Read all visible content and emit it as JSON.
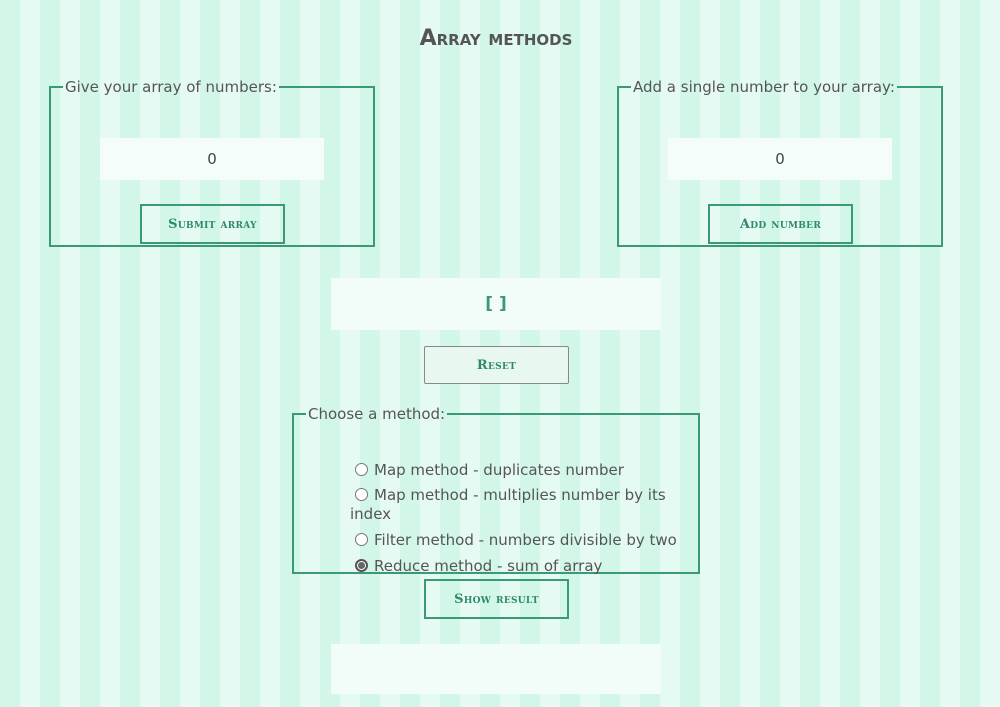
{
  "page": {
    "title": "Array methods"
  },
  "array_form": {
    "legend": "Give your array of numbers:",
    "input_value": "0",
    "submit_label": "Submit array"
  },
  "add_form": {
    "legend": "Add a single number to your array:",
    "input_value": "0",
    "add_label": "Add number"
  },
  "array_display": {
    "text": "[ ]"
  },
  "reset": {
    "label": "Reset"
  },
  "methods": {
    "legend": "Choose a method:",
    "options": [
      {
        "label": "Map method - duplicates number",
        "checked": false
      },
      {
        "label": "Map method - multiplies number by its index",
        "checked": false
      },
      {
        "label": "Filter method - numbers divisible by two",
        "checked": false
      },
      {
        "label": "Reduce method - sum of array",
        "checked": true
      }
    ],
    "show_label": "Show result"
  },
  "result_display": {
    "text": ""
  },
  "colors": {
    "accent": "#3a9a74",
    "stripe_light": "#e4faf2",
    "stripe_dark": "#d2f7e9",
    "text": "#555555"
  }
}
